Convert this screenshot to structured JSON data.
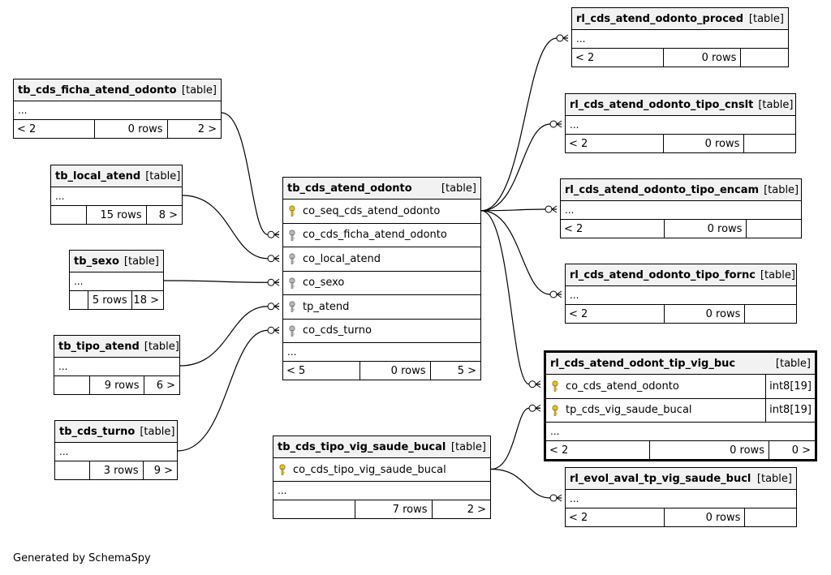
{
  "diagram": {
    "type_label": "[table]",
    "ellipsis": "...",
    "credit": "Generated by SchemaSpy",
    "tables": {
      "ficha": {
        "name": "tb_cds_ficha_atend_odonto",
        "rows": [],
        "footer": [
          "< 2",
          "0 rows",
          "2 >"
        ]
      },
      "local": {
        "name": "tb_local_atend",
        "rows": [],
        "footer": [
          "",
          "15 rows",
          "8 >"
        ]
      },
      "sexo": {
        "name": "tb_sexo",
        "rows": [],
        "footer": [
          "",
          "5 rows",
          "18 >"
        ]
      },
      "tipo": {
        "name": "tb_tipo_atend",
        "rows": [],
        "footer": [
          "",
          "9 rows",
          "6 >"
        ]
      },
      "turno": {
        "name": "tb_cds_turno",
        "rows": [],
        "footer": [
          "",
          "3 rows",
          "9 >"
        ]
      },
      "main": {
        "name": "tb_cds_atend_odonto",
        "rows": [
          {
            "col": "co_seq_cds_atend_odonto",
            "key": "primary"
          },
          {
            "col": "co_cds_ficha_atend_odonto",
            "key": "foreign"
          },
          {
            "col": "co_local_atend",
            "key": "foreign"
          },
          {
            "col": "co_sexo",
            "key": "foreign"
          },
          {
            "col": "tp_atend",
            "key": "foreign"
          },
          {
            "col": "co_cds_turno",
            "key": "foreign"
          }
        ],
        "footer": [
          "< 5",
          "0 rows",
          "5 >"
        ]
      },
      "vigsb": {
        "name": "tb_cds_tipo_vig_saude_bucal",
        "rows": [
          {
            "col": "co_cds_tipo_vig_saude_bucal",
            "key": "primary"
          }
        ],
        "footer": [
          "",
          "7 rows",
          "2 >"
        ]
      },
      "proced": {
        "name": "rl_cds_atend_odonto_proced",
        "rows": [],
        "footer": [
          "< 2",
          "0 rows",
          ""
        ]
      },
      "cnslt": {
        "name": "rl_cds_atend_odonto_tipo_cnslt",
        "rows": [],
        "footer": [
          "< 2",
          "0 rows",
          ""
        ]
      },
      "encam": {
        "name": "rl_cds_atend_odonto_tipo_encam",
        "rows": [],
        "footer": [
          "< 2",
          "0 rows",
          ""
        ]
      },
      "fornc": {
        "name": "rl_cds_atend_odonto_tipo_fornc",
        "rows": [],
        "footer": [
          "< 2",
          "0 rows",
          ""
        ]
      },
      "vigbuc": {
        "name": "rl_cds_atend_odont_tip_vig_buc",
        "rows": [
          {
            "col": "co_cds_atend_odonto",
            "key": "primary",
            "type": "int8[19]"
          },
          {
            "col": "tp_cds_vig_saude_bucal",
            "key": "primary",
            "type": "int8[19]"
          }
        ],
        "footer": [
          "< 2",
          "0 rows",
          "0 >"
        ]
      },
      "evol": {
        "name": "rl_evol_aval_tp_vig_saude_bucl",
        "rows": [],
        "footer": [
          "< 2",
          "0 rows",
          ""
        ]
      }
    },
    "relationships": [
      {
        "from": "ficha",
        "to": "main.co_cds_ficha_atend_odonto"
      },
      {
        "from": "local",
        "to": "main.co_local_atend"
      },
      {
        "from": "sexo",
        "to": "main.co_sexo"
      },
      {
        "from": "tipo",
        "to": "main.tp_atend"
      },
      {
        "from": "turno",
        "to": "main.co_cds_turno"
      },
      {
        "from": "main.co_seq_cds_atend_odonto",
        "to": "proced"
      },
      {
        "from": "main.co_seq_cds_atend_odonto",
        "to": "cnslt"
      },
      {
        "from": "main.co_seq_cds_atend_odonto",
        "to": "encam"
      },
      {
        "from": "main.co_seq_cds_atend_odonto",
        "to": "fornc"
      },
      {
        "from": "main.co_seq_cds_atend_odonto",
        "to": "vigbuc.co_cds_atend_odonto"
      },
      {
        "from": "vigsb.co_cds_tipo_vig_saude_bucal",
        "to": "vigbuc.tp_cds_vig_saude_bucal"
      },
      {
        "from": "vigsb.co_cds_tipo_vig_saude_bucal",
        "to": "evol"
      }
    ],
    "colors": {
      "primary_key": "#f2c200",
      "foreign_key": "#b8b8b8",
      "header_bg": "#f2f2f2",
      "line": "#000000"
    }
  }
}
